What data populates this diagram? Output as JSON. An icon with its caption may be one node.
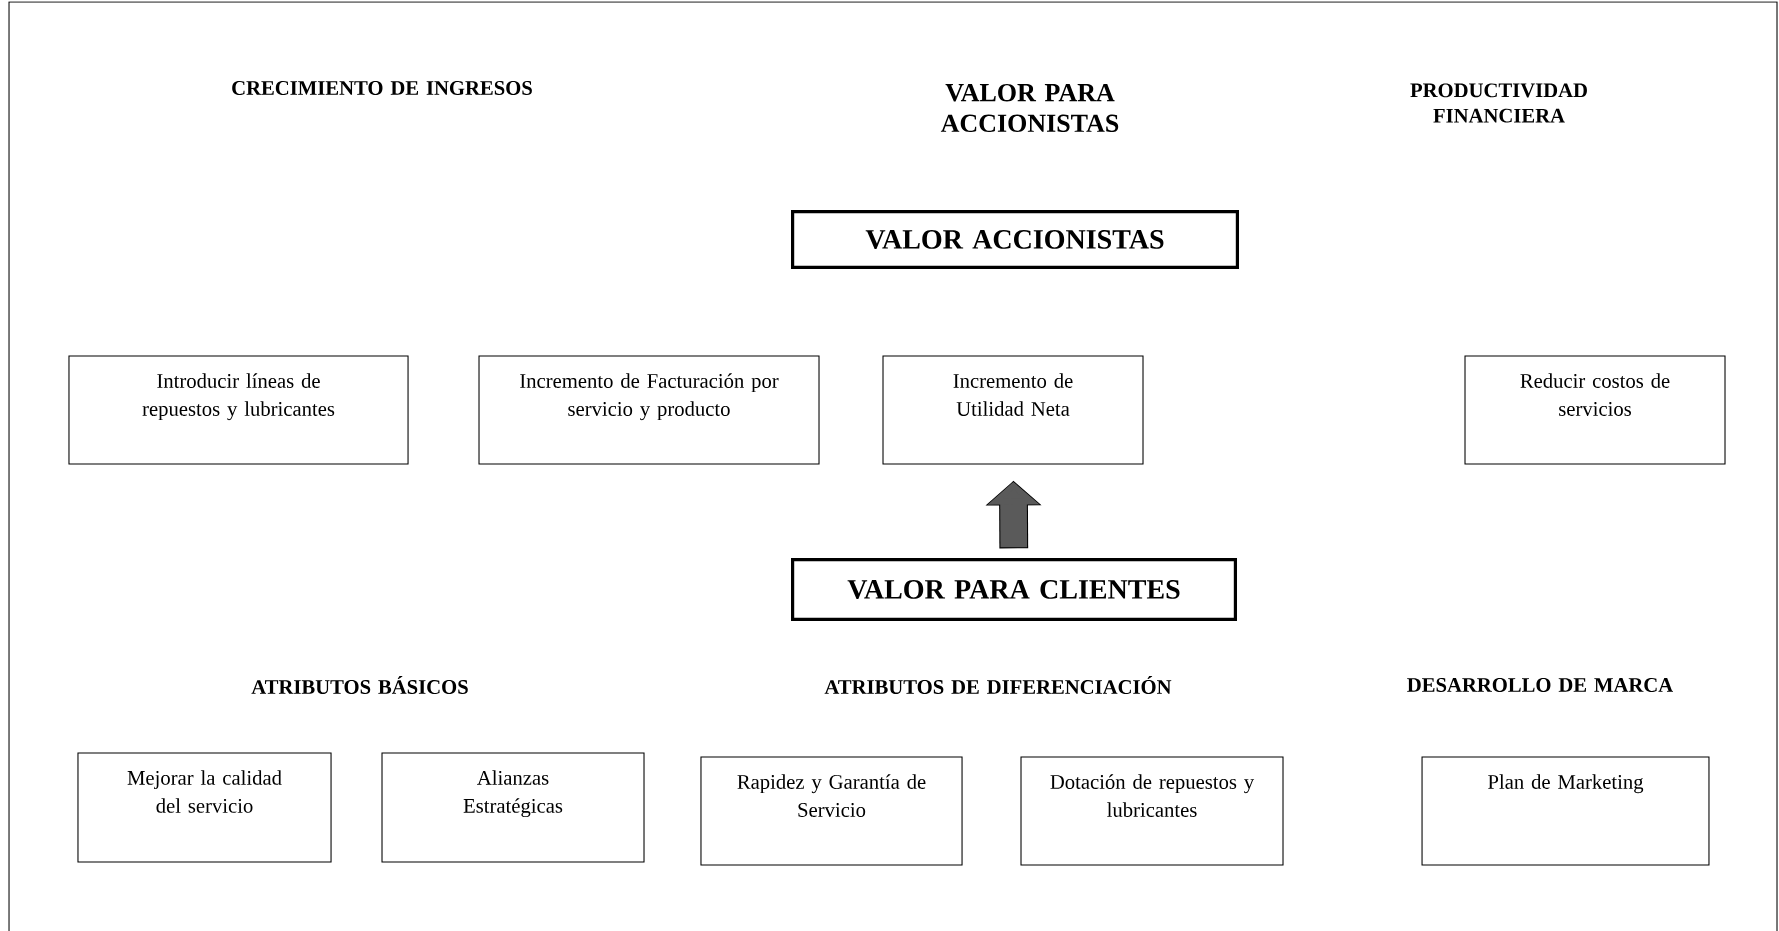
{
  "diagram": {
    "nodes": [
      {
        "text": [
          "VALOR ACCIONISTAS"
        ]
      },
      {
        "text": [
          "Introducir líneas de repuestos y lubricantes"
        ]
      },
      {
        "text": [
          "Incremento de Facturación por servicio y producto"
        ]
      },
      {
        "text": [
          "Incremento de Utilidad Neta"
        ]
      },
      {
        "text": [
          "Reducir costos de servicios"
        ]
      },
      {
        "text": [
          "VALOR PARA CLIENTES"
        ]
      },
      {
        "text": [
          "Mejorar la calidad del servicio"
        ]
      },
      {
        "text": [
          "Alianzas Estratégicas"
        ]
      },
      {
        "text": [
          "Rapidez y Garantía de Servicio"
        ]
      },
      {
        "text": [
          "Dotación de repuestos y lubricantes"
        ]
      },
      {
        "text": [
          "Plan de Marketing"
        ]
      }
    ],
    "edges": [
      {
        "from": 5,
        "to": 3,
        "arrow": "to"
      }
    ],
    "labels": [
      "CRECIMIENTO DE INGRESOS",
      "VALOR PARA ACCIONISTAS",
      "PRODUCTIVIDAD FINANCIERA",
      "ATRIBUTOS BÁSICOS",
      "ATRIBUTOS DE DIFERENCIACIÓN",
      "DESARROLLO DE MARCA"
    ]
  }
}
